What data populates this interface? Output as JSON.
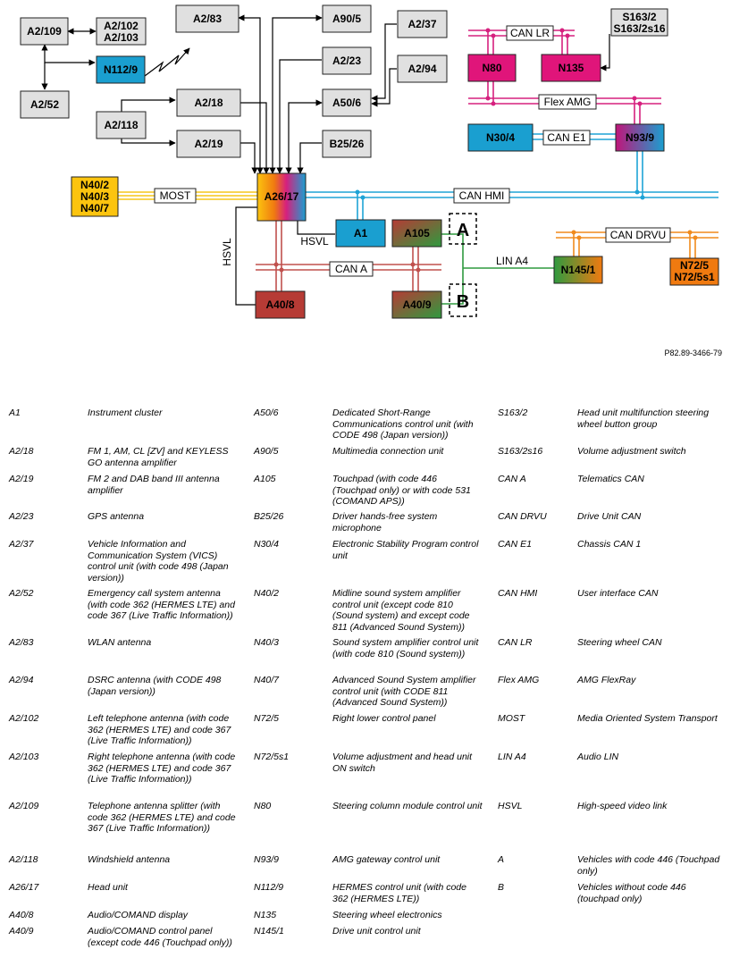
{
  "diagram": {
    "reference": "P82.89-3466-79",
    "nodes": {
      "A2_109": "A2/109",
      "A2_102": "A2/102",
      "A2_103": "A2/103",
      "A2_83": "A2/83",
      "N112_9": "N112/9",
      "A2_52": "A2/52",
      "A2_18": "A2/18",
      "A2_118": "A2/118",
      "A2_19": "A2/19",
      "A90_5": "A90/5",
      "A2_23": "A2/23",
      "A50_6": "A50/6",
      "B25_26": "B25/26",
      "A2_37": "A2/37",
      "A2_94": "A2/94",
      "N40_2": "N40/2",
      "N40_3": "N40/3",
      "N40_7": "N40/7",
      "A26_17": "A26/17",
      "A1": "A1",
      "A105": "A105",
      "A40_8": "A40/8",
      "A40_9": "A40/9",
      "N80": "N80",
      "N135": "N135",
      "S163_2": "S163/2",
      "S163_2s16": "S163/2s16",
      "N30_4": "N30/4",
      "N93_9": "N93/9",
      "N145_1": "N145/1",
      "N72_5": "N72/5",
      "N72_5s1": "N72/5s1",
      "A": "A",
      "B": "B"
    },
    "bus_labels": {
      "most": "MOST",
      "can_hmi": "CAN HMI",
      "can_a": "CAN A",
      "can_lr": "CAN LR",
      "flex_amg": "Flex AMG",
      "can_e1": "CAN E1",
      "can_drvu": "CAN DRVU",
      "lin_a4": "LIN A4",
      "hsvl_vertical": "HSVL",
      "hsvl_horizontal": "HSVL"
    },
    "colors": {
      "grey_box": "#e0e0e0",
      "cyan": "#1a9fd0",
      "magenta": "#e0157a",
      "yellow": "#fcc40f",
      "orange": "#f07a10",
      "red_brown": "#b63b35",
      "green": "#2f9a3f",
      "most_line": "#f5c518",
      "can_hmi_line": "#1ea3d6",
      "can_a_line": "#c0504d",
      "can_lr_line": "#d6207e",
      "can_drvu_line": "#f08a1c",
      "lin_line": "#2f9a3f"
    }
  },
  "legend": [
    [
      {
        "code": "A1",
        "desc": "Instrument cluster"
      },
      {
        "code": "A2/18",
        "desc": "FM 1, AM, CL [ZV] and KEYLESS GO antenna amplifier"
      },
      {
        "code": "A2/19",
        "desc": "FM 2 and DAB band III antenna amplifier"
      },
      {
        "code": "A2/23",
        "desc": "GPS antenna"
      },
      {
        "code": "A2/37",
        "desc": "Vehicle Information and Communication System (VICS) control unit (with code 498 (Japan version))"
      },
      {
        "code": "A2/52",
        "desc": "Emergency call system antenna (with code 362 (HERMES LTE) and code 367 (Live Traffic Information))"
      },
      {
        "code": "A2/83",
        "desc": "WLAN antenna"
      },
      {
        "code": "A2/94",
        "desc": "DSRC antenna (with CODE 498 (Japan version))"
      },
      {
        "code": "A2/102",
        "desc": "Left telephone antenna (with code 362 (HERMES LTE) and code 367 (Live Traffic Information))"
      },
      {
        "code": "A2/103",
        "desc": "Right telephone antenna (with code 362 (HERMES LTE) and code 367 (Live Traffic Information))"
      },
      {
        "code": "A2/109",
        "desc": "Telephone antenna splitter (with code 362 (HERMES LTE) and code 367 (Live Traffic Information))"
      },
      {
        "code": "A2/118",
        "desc": "Windshield antenna"
      },
      {
        "code": "A26/17",
        "desc": "Head unit"
      },
      {
        "code": "A40/8",
        "desc": "Audio/COMAND display"
      },
      {
        "code": "A40/9",
        "desc": "Audio/COMAND control panel (except code 446 (Touchpad only))"
      }
    ],
    [
      {
        "code": "A50/6",
        "desc": "Dedicated Short-Range Communications control unit (with CODE 498 (Japan version))"
      },
      {
        "code": "A90/5",
        "desc": "Multimedia connection unit"
      },
      {
        "code": "A105",
        "desc": "Touchpad (with code 446 (Touchpad only) or with code 531 (COMAND APS))"
      },
      {
        "code": "B25/26",
        "desc": "Driver hands-free system microphone"
      },
      {
        "code": "N30/4",
        "desc": "Electronic Stability Program control unit"
      },
      {
        "code": "N40/2",
        "desc": "Midline sound system amplifier control unit (except code 810 (Sound system) and except code 811 (Advanced Sound System))"
      },
      {
        "code": "N40/3",
        "desc": "Sound system amplifier control unit (with code 810 (Sound system))"
      },
      {
        "code": "N40/7",
        "desc": "Advanced Sound System amplifier control unit (with CODE 811 (Advanced Sound System))"
      },
      {
        "code": "N72/5",
        "desc": "Right lower control panel"
      },
      {
        "code": "N72/5s1",
        "desc": "Volume adjustment and head unit ON switch"
      },
      {
        "code": "N80",
        "desc": "Steering column module control unit"
      },
      {
        "code": "N93/9",
        "desc": "AMG gateway control unit"
      },
      {
        "code": "N112/9",
        "desc": "HERMES control unit (with code 362 (HERMES LTE))"
      },
      {
        "code": "N135",
        "desc": "Steering wheel electronics"
      },
      {
        "code": "N145/1",
        "desc": "Drive unit control unit"
      }
    ],
    [
      {
        "code": "S163/2",
        "desc": "Head unit multifunction steering wheel button group"
      },
      {
        "code": "S163/2s16",
        "desc": "Volume adjustment switch"
      },
      {
        "code": "CAN A",
        "desc": "Telematics CAN"
      },
      {
        "code": "CAN DRVU",
        "desc": "Drive Unit CAN"
      },
      {
        "code": "CAN E1",
        "desc": "Chassis CAN 1"
      },
      {
        "code": "CAN HMI",
        "desc": "User interface CAN"
      },
      {
        "code": "CAN LR",
        "desc": "Steering wheel CAN"
      },
      {
        "code": "Flex AMG",
        "desc": "AMG FlexRay"
      },
      {
        "code": "MOST",
        "desc": "Media Oriented System Transport"
      },
      {
        "code": "LIN A4",
        "desc": "Audio LIN"
      },
      {
        "code": "HSVL",
        "desc": "High-speed video link"
      },
      {
        "code": "A",
        "desc": "Vehicles with code 446 (Touchpad only)"
      },
      {
        "code": "B",
        "desc": "Vehicles without code 446 (touchpad only)"
      }
    ]
  ]
}
